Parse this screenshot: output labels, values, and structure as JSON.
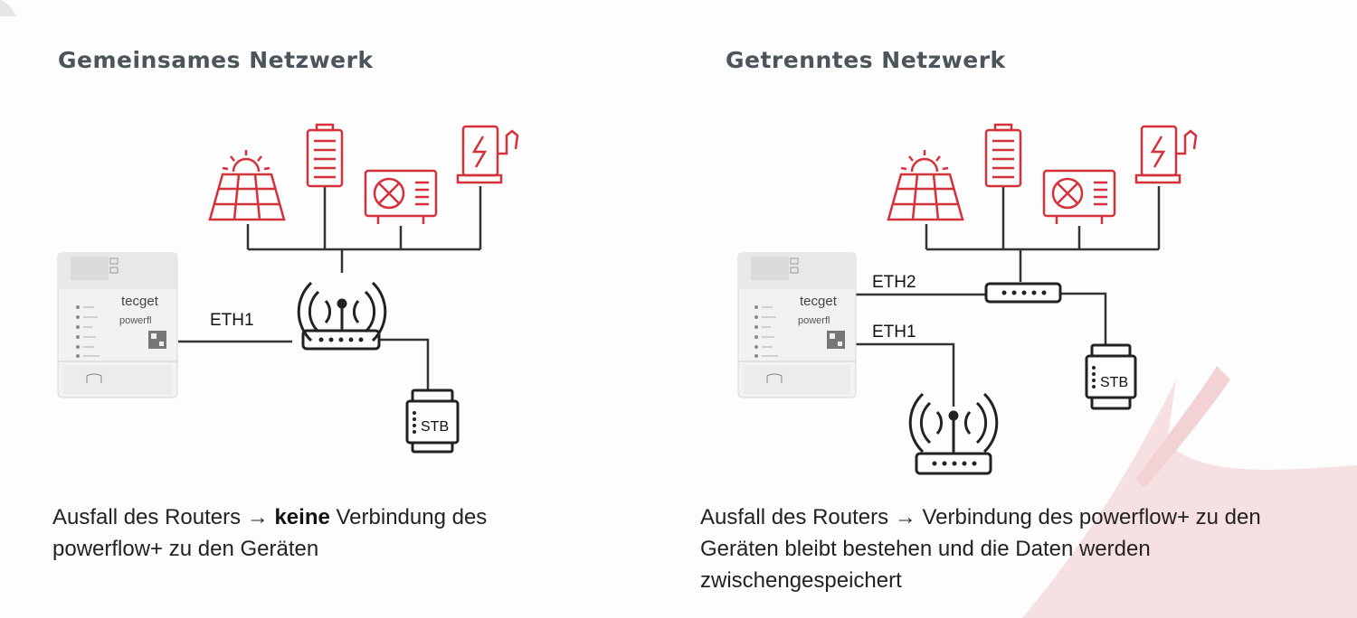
{
  "left": {
    "title": "Gemeinsames Netzwerk",
    "eth1_label": "ETH1",
    "stb_label": "STB",
    "device_brand": "tecget",
    "device_model": "powerfl",
    "caption": {
      "part1": "Ausfall des Routers ",
      "arrow": "→",
      "emphasis": "keine",
      "part2": " Verbindung des powerflow+ zu den Geräten"
    }
  },
  "right": {
    "title": "Getrenntes Netzwerk",
    "eth2_label": "ETH2",
    "eth1_label": "ETH1",
    "stb_label": "STB",
    "device_brand": "tecget",
    "device_model": "powerfl",
    "caption": {
      "part1": "Ausfall des Routers ",
      "arrow": "→",
      "part2": " Verbindung des powerflow+ zu den Geräten bleibt bestehen und die Daten werden zwischengespeichert"
    }
  },
  "colors": {
    "accent_red": "#d6303a",
    "title_gray": "#4b555c",
    "line_dark": "#333333",
    "swoosh": "#f6dfe1"
  },
  "icons": [
    "solar-panel-icon",
    "battery-icon",
    "heat-pump-icon",
    "ev-charger-icon",
    "router-icon",
    "switch-icon",
    "stb-module-icon",
    "powerflow-device"
  ]
}
